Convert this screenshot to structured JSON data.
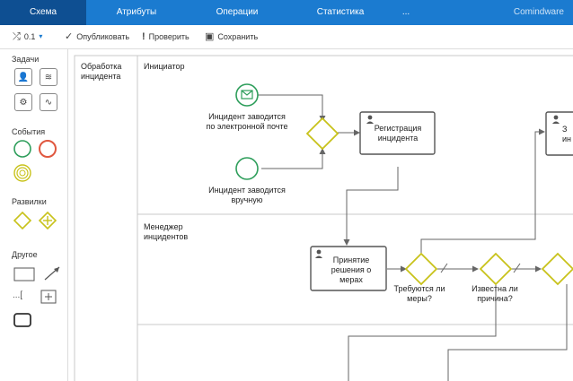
{
  "nav": {
    "tabs": [
      {
        "label": "Схема",
        "active": true
      },
      {
        "label": "Атрибуты"
      },
      {
        "label": "Операции"
      },
      {
        "label": "Статистика"
      },
      {
        "label": "..."
      }
    ],
    "brand": "Comindware"
  },
  "toolbar": {
    "version": "0.1",
    "publish": "Опубликовать",
    "check": "Проверить",
    "save": "Сохранить"
  },
  "palette": {
    "tasks": "Задачи",
    "events": "События",
    "gateways": "Развилки",
    "other": "Другое",
    "dots": "..."
  },
  "diagram": {
    "pool": "Обработка инцидента",
    "lanes": [
      "Инициатор",
      "Менеджер инцидентов"
    ],
    "start_email": "Инцидент заводится по электронной почте",
    "start_manual": "Инцидент заводится вручную",
    "task_register": "Регистрация инцидента",
    "task_decision": "Принятие решения о мерах",
    "task_partial": "З\nин",
    "gw_measures": "Требуются ли меры?",
    "gw_cause": "Известна ли причина?"
  },
  "colors": {
    "accent": "#1b7bd0",
    "active_tab": "#0e4f92",
    "start_event": "#2e9e5b",
    "end_event": "#e0573f",
    "gateway": "#c8c21a",
    "intermediate": "#c8c21a"
  }
}
